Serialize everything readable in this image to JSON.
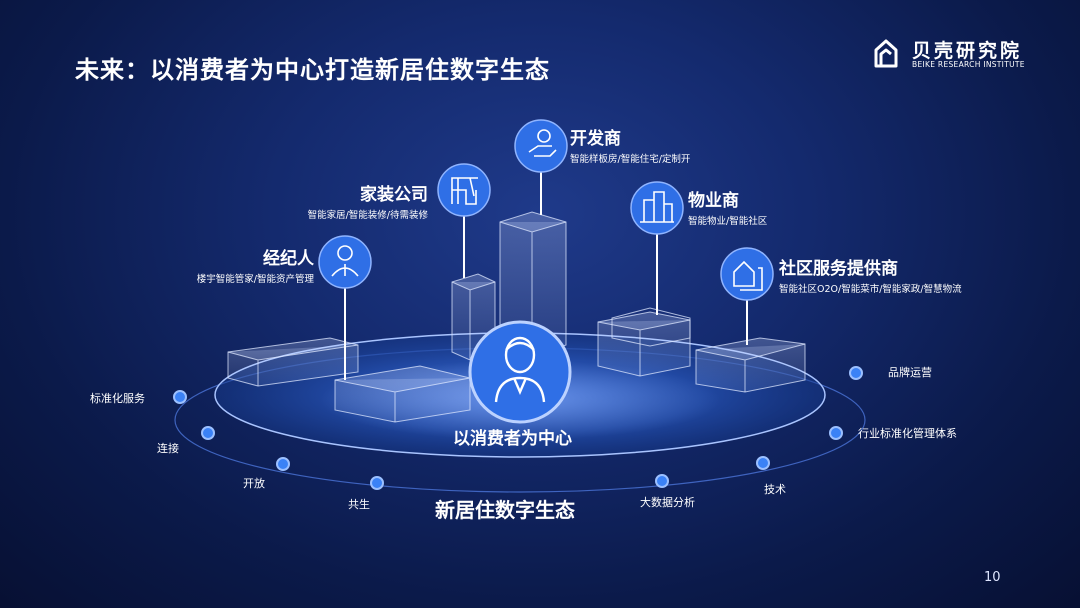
{
  "title": "未来：以消费者为中心打造新居住数字生态",
  "logo": {
    "cn": "贝壳研究院",
    "en": "BEIKE RESEARCH INSTITUTE"
  },
  "center": {
    "label": "以消费者为中心",
    "icon": "person-icon"
  },
  "ecosystem_label": "新居住数字生态",
  "nodes": [
    {
      "name": "开发商",
      "desc": "智能样板房/智能住宅/定制开",
      "icon": "hand-coin-icon"
    },
    {
      "name": "家装公司",
      "desc": "智能家居/智能装修/待需装修",
      "icon": "crane-icon"
    },
    {
      "name": "物业商",
      "desc": "智能物业/智能社区",
      "icon": "buildings-icon"
    },
    {
      "name": "经纪人",
      "desc": "楼宇智能管家/智能资产管理",
      "icon": "agent-icon"
    },
    {
      "name": "社区服务提供商",
      "desc": "智能社区O2O/智能菜市/智能家政/智慧物流",
      "icon": "community-service-icon"
    }
  ],
  "ring_items": [
    "标准化服务",
    "连接",
    "开放",
    "共生",
    "大数据分析",
    "技术",
    "行业标准化管理体系",
    "品牌运营"
  ],
  "page_number": "10",
  "colors": {
    "accent": "#2f6fe6",
    "background": "#0b1a4a"
  }
}
